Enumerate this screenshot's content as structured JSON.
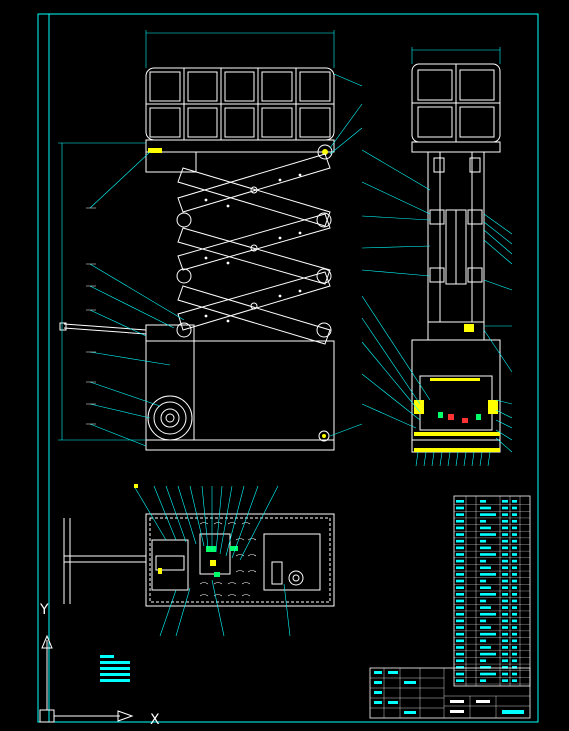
{
  "drawing": {
    "background": "#000000",
    "colors": {
      "border": "#00ffff",
      "geometry": "#ffffff",
      "accent_yellow": "#ffff00",
      "leader": "#00ffff",
      "table_fill": "#00ffff"
    },
    "views": [
      {
        "name": "front-elevation",
        "description_shown": ""
      },
      {
        "name": "side-elevation",
        "description_shown": ""
      },
      {
        "name": "plan-view",
        "description_shown": ""
      }
    ],
    "title_block": {
      "text": ""
    },
    "parts_list": {
      "rows": 28
    },
    "ucs_icon": {
      "x_label": "X",
      "y_label": "Y"
    }
  }
}
